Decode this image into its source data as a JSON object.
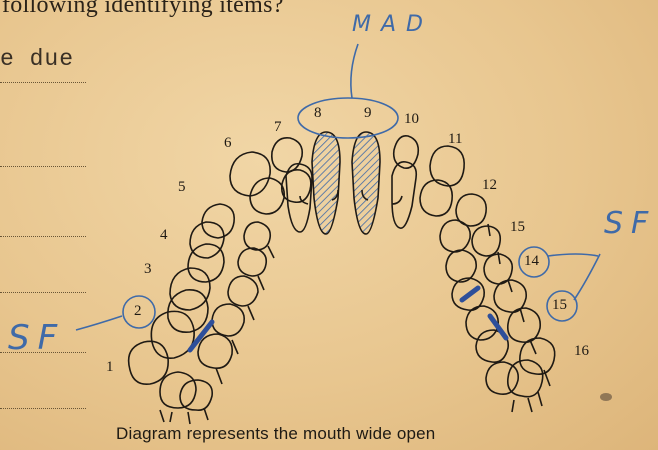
{
  "header": {
    "question_text": "following identifying items?",
    "due_label": "e due"
  },
  "handwriting": {
    "mad": "MAD",
    "sf_left": "SF",
    "sf_right": "SF"
  },
  "tooth_numbers": [
    "1",
    "2",
    "3",
    "4",
    "5",
    "6",
    "7",
    "8",
    "9",
    "10",
    "11",
    "12",
    "15",
    "14",
    "15",
    "16"
  ],
  "caption": "Diagram represents the mouth wide open",
  "colors": {
    "paper": "#e7c48f",
    "ink": "#1f1a14",
    "pen": "#3f6aa8"
  }
}
